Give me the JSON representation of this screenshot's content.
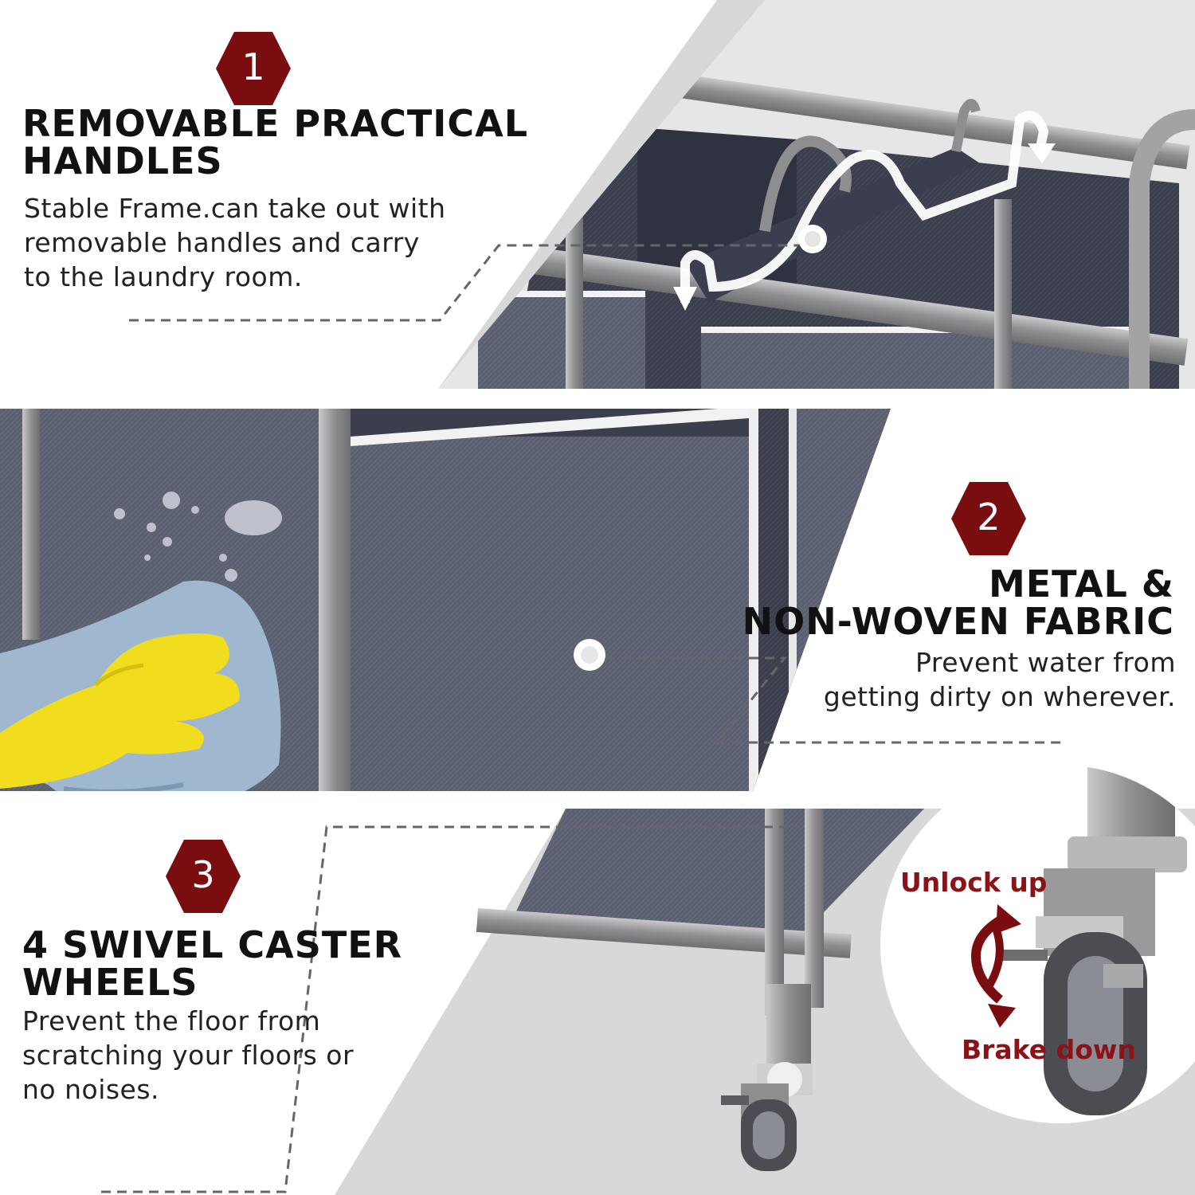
{
  "colors": {
    "accent": "#7a0d0f",
    "callout_text": "#8b1216",
    "title_text": "#111111",
    "background": "#ffffff",
    "panel_gray": "#d6d6d6",
    "fabric": "#4a4e5e",
    "frame": "#9a9a9c",
    "glove": "#f2dc1e",
    "cloth": "#9fb8cf"
  },
  "features": [
    {
      "number": "1",
      "title_lines": [
        "REMOVABLE PRACTICAL",
        "HANDLES"
      ],
      "description_lines": [
        "Stable Frame.can take out with",
        "removable handles and carry",
        "to the laundry room."
      ]
    },
    {
      "number": "2",
      "title_lines": [
        "METAL &",
        "NON-WOVEN FABRIC"
      ],
      "description_lines": [
        "Prevent water from",
        "getting dirty on wherever."
      ]
    },
    {
      "number": "3",
      "title_lines": [
        "4 SWIVEL CASTER",
        "WHEELS"
      ],
      "description_lines": [
        "Prevent the floor from",
        "scratching your floors or",
        "no noises."
      ]
    }
  ],
  "wheel_callout": {
    "unlock_label": "Unlock up",
    "brake_label": "Brake down"
  },
  "icons": [
    "hexagon-badge",
    "wheel-lock-arrows-icon",
    "pointer-dot-icon"
  ]
}
